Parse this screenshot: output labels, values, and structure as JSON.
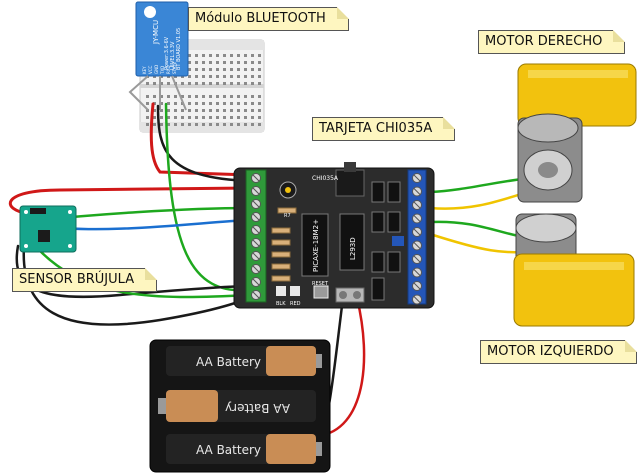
{
  "labels": {
    "bluetooth": "Módulo BLUETOOTH",
    "card": "TARJETA CHI035A",
    "motor_right": "MOTOR DERECHO",
    "compass": "SENSOR BRÚJULA",
    "motor_left": "MOTOR IZQUIERDO"
  },
  "bluetooth_module": {
    "brand": "JY-MCU",
    "power": "Power:3.6-6V",
    "level": "LEVEL:3.3V",
    "board": "BT BOARD V1.05",
    "pins": [
      "KEY",
      "VCC",
      "GND",
      "TXD",
      "RXD",
      "STATE"
    ]
  },
  "board": {
    "name": "CHI035A",
    "chip": "PICAXE-18M2+",
    "driver": "L293D",
    "reset": "RESET",
    "led_labels": [
      "BLK",
      "RED"
    ],
    "resistor": "R7"
  },
  "batteries": [
    {
      "label": "AA Battery"
    },
    {
      "label": "AA Battery"
    },
    {
      "label": "AA Battery"
    }
  ],
  "colors": {
    "wire_red": "#d01818",
    "wire_black": "#1a1a1a",
    "wire_green": "#1ea81e",
    "wire_blue": "#1a6fd0",
    "wire_yellow": "#f0c400",
    "pcb": "#2c2c2c",
    "terminal_green": "#2f9a3a",
    "terminal_blue": "#2456b8",
    "bt_module": "#3a86d6",
    "compass_pcb": "#16a58c",
    "motor_yellow": "#f2c20e",
    "battery_copper": "#c98d55",
    "note_bg": "#fef6c0"
  }
}
